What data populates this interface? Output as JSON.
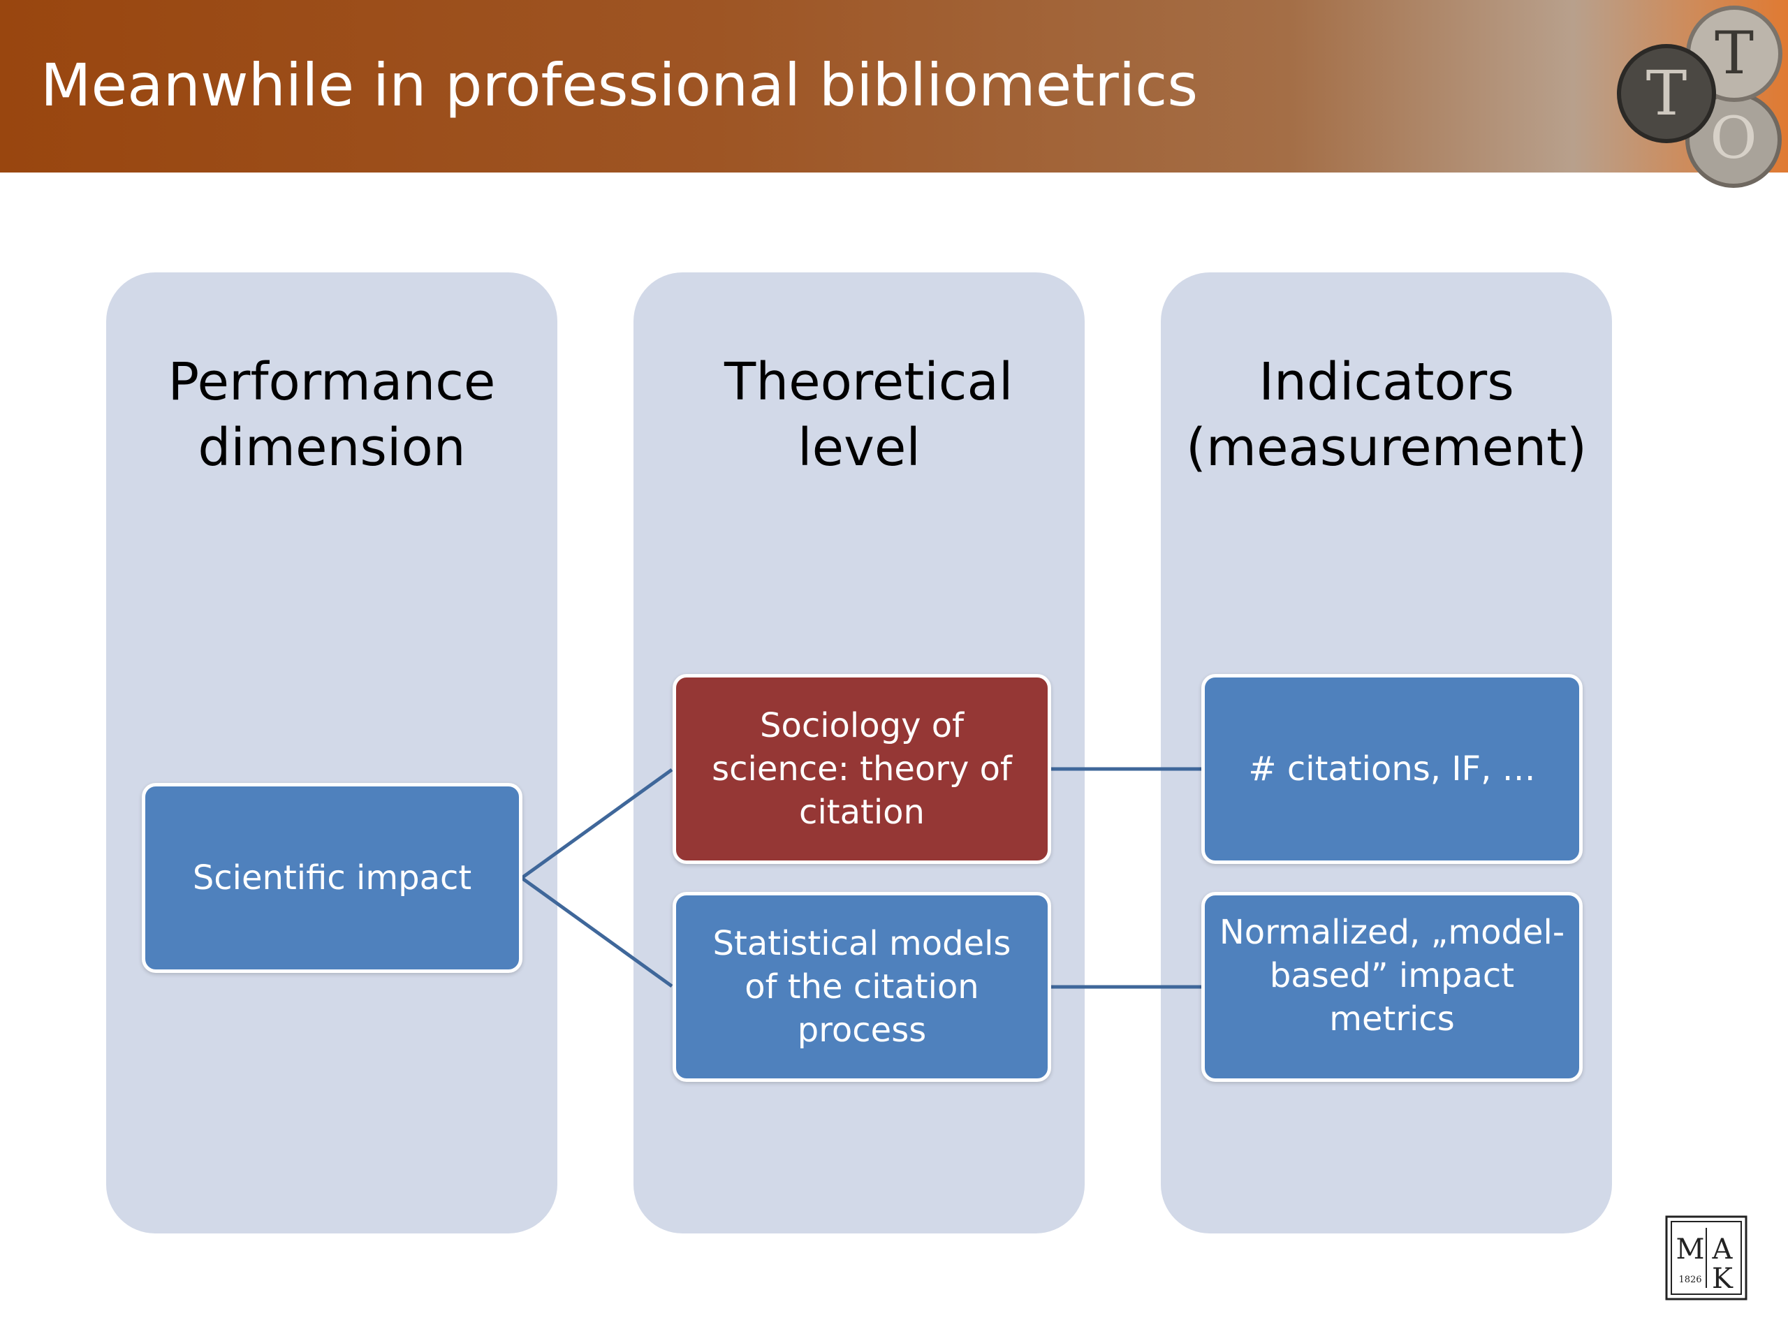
{
  "header": {
    "title": "Meanwhile in professional bibliometrics",
    "background_color": "#99460f",
    "logo_tto": {
      "letters": [
        "T",
        "T",
        "O"
      ],
      "icon": "tto-logo-icon"
    },
    "logo_mtak": {
      "letters": [
        "M",
        "A",
        "K"
      ],
      "year": "1826",
      "icon": "mtak-logo-icon"
    }
  },
  "columns": [
    {
      "title": "Performance dimension"
    },
    {
      "title": "Theoretical level"
    },
    {
      "title": "Indicators (measurement)"
    }
  ],
  "boxes": {
    "scientific_impact": {
      "label": "Scientific impact",
      "color": "#4f81bd"
    },
    "sociology": {
      "label": "Sociology of science: theory of citation",
      "color": "#953735"
    },
    "statistical": {
      "label": "Statistical models of the citation process",
      "color": "#4f81bd"
    },
    "citations": {
      "label": "# citations, IF, …",
      "color": "#4f81bd"
    },
    "normalized": {
      "label": "Normalized, „model-based” impact metrics",
      "color": "#4f81bd"
    }
  },
  "colors": {
    "column_fill": "#d2d9e8",
    "connector": "#3f679a"
  }
}
